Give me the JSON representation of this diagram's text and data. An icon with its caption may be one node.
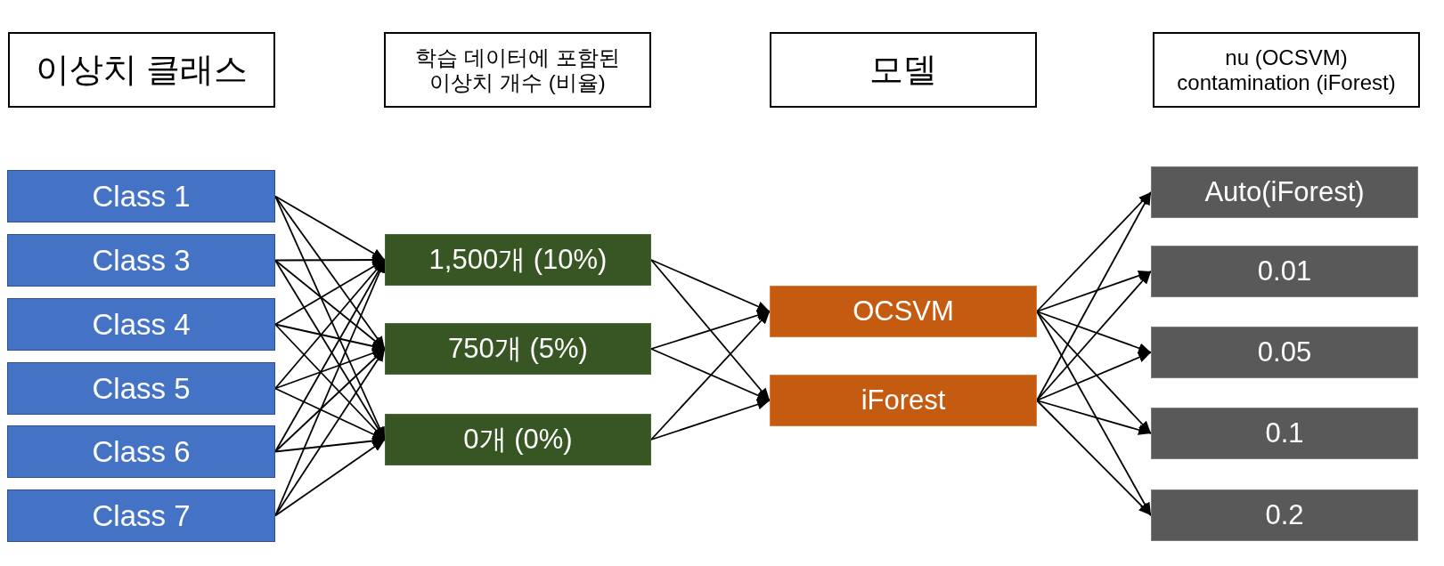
{
  "diagram": {
    "nodes": [
      {
        "text": [
          "이상치 클래스"
        ]
      },
      {
        "text": [
          "학습 데이터에 포함된 이상치 개수 (비율)"
        ]
      },
      {
        "text": [
          "모델"
        ]
      },
      {
        "text": [
          "nu (OCSVM) contamination (iForest)"
        ]
      },
      {
        "text": [
          "Class 1"
        ]
      },
      {
        "text": [
          "Class 3"
        ]
      },
      {
        "text": [
          "Class 4"
        ]
      },
      {
        "text": [
          "Class 5"
        ]
      },
      {
        "text": [
          "Class 6"
        ]
      },
      {
        "text": [
          "Class 7"
        ]
      },
      {
        "text": [
          "1,500개 (10%)"
        ]
      },
      {
        "text": [
          "750개 (5%)"
        ]
      },
      {
        "text": [
          "0개 (0%)"
        ]
      },
      {
        "text": [
          "OCSVM"
        ]
      },
      {
        "text": [
          "iForest"
        ]
      },
      {
        "text": [
          "Auto(iForest)"
        ]
      },
      {
        "text": [
          "0.01"
        ]
      },
      {
        "text": [
          "0.05"
        ]
      },
      {
        "text": [
          "0.1"
        ]
      },
      {
        "text": [
          "0.2"
        ]
      }
    ],
    "edges": [
      {
        "from": 4,
        "to": 10,
        "arrow": "to"
      },
      {
        "from": 4,
        "to": 11,
        "arrow": "to"
      },
      {
        "from": 4,
        "to": 12,
        "arrow": "to"
      },
      {
        "from": 5,
        "to": 10,
        "arrow": "to"
      },
      {
        "from": 5,
        "to": 11,
        "arrow": "to"
      },
      {
        "from": 5,
        "to": 12,
        "arrow": "to"
      },
      {
        "from": 6,
        "to": 10,
        "arrow": "to"
      },
      {
        "from": 6,
        "to": 11,
        "arrow": "to"
      },
      {
        "from": 6,
        "to": 12,
        "arrow": "to"
      },
      {
        "from": 7,
        "to": 10,
        "arrow": "to"
      },
      {
        "from": 7,
        "to": 11,
        "arrow": "to"
      },
      {
        "from": 7,
        "to": 12,
        "arrow": "to"
      },
      {
        "from": 8,
        "to": 10,
        "arrow": "to"
      },
      {
        "from": 8,
        "to": 11,
        "arrow": "to"
      },
      {
        "from": 8,
        "to": 12,
        "arrow": "to"
      },
      {
        "from": 9,
        "to": 10,
        "arrow": "to"
      },
      {
        "from": 9,
        "to": 11,
        "arrow": "to"
      },
      {
        "from": 9,
        "to": 12,
        "arrow": "to"
      },
      {
        "from": 10,
        "to": 13,
        "arrow": "to"
      },
      {
        "from": 10,
        "to": 14,
        "arrow": "to"
      },
      {
        "from": 11,
        "to": 13,
        "arrow": "to"
      },
      {
        "from": 11,
        "to": 14,
        "arrow": "to"
      },
      {
        "from": 12,
        "to": 13,
        "arrow": "to"
      },
      {
        "from": 12,
        "to": 14,
        "arrow": "to"
      },
      {
        "from": 13,
        "to": 15,
        "arrow": "to"
      },
      {
        "from": 13,
        "to": 16,
        "arrow": "to"
      },
      {
        "from": 13,
        "to": 17,
        "arrow": "to"
      },
      {
        "from": 13,
        "to": 18,
        "arrow": "to"
      },
      {
        "from": 13,
        "to": 19,
        "arrow": "to"
      },
      {
        "from": 14,
        "to": 15,
        "arrow": "to"
      },
      {
        "from": 14,
        "to": 16,
        "arrow": "to"
      },
      {
        "from": 14,
        "to": 17,
        "arrow": "to"
      },
      {
        "from": 14,
        "to": 18,
        "arrow": "to"
      },
      {
        "from": 14,
        "to": 19,
        "arrow": "to"
      }
    ]
  }
}
